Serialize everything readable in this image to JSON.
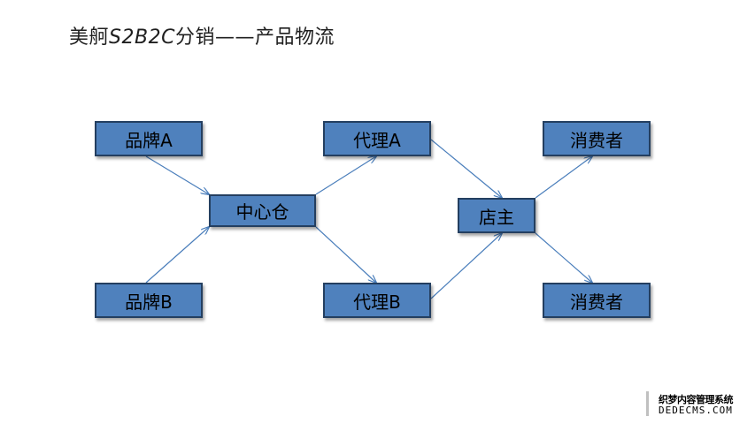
{
  "title": {
    "prefix": "美舸",
    "brand": "S2B2C",
    "suffix": "分销——产品物流"
  },
  "nodes": {
    "brand_a": "品牌A",
    "brand_b": "品牌B",
    "center_warehouse": "中心仓",
    "agent_a": "代理A",
    "agent_b": "代理B",
    "store_owner": "店主",
    "consumer_1": "消费者",
    "consumer_2": "消费者"
  },
  "watermark": {
    "line1": "织梦内容管理系统",
    "line2": "DEDECMS.COM"
  },
  "colors": {
    "node_fill": "#4f81bd",
    "node_border": "#243f60",
    "arrow": "#4a7ebb"
  }
}
